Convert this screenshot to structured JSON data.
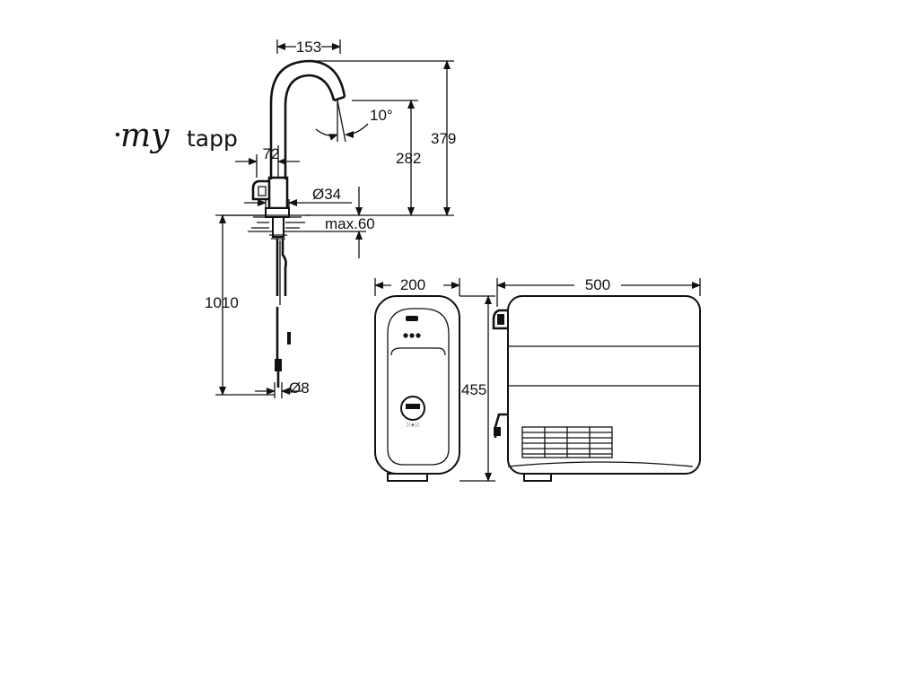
{
  "logo": {
    "text_script": "my",
    "text_sans": "tapp"
  },
  "dimensions": {
    "spout_reach": "153",
    "total_height": "379",
    "spout_height": "282",
    "spout_angle": "10°",
    "body_offset": "72",
    "base_diameter": "Ø34",
    "counter_thickness": "max.60",
    "hose_length": "1010",
    "hose_diameter": "Ø8",
    "tank_depth": "200",
    "tank_height": "455",
    "tank_length": "500"
  },
  "tank_front": {
    "panel_label": "ꔘ+ꔘ"
  },
  "colors": {
    "line": "#111111",
    "background": "#ffffff"
  }
}
